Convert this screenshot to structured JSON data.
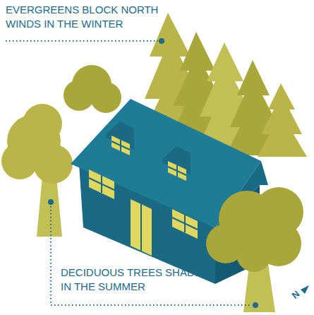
{
  "diagram": {
    "labels": [
      "EVERGREENS BLOCK NORTH WINDS IN THE WINTER",
      "DECIDUOUS TREES SHADE IN THE SUMMER",
      "N"
    ]
  }
}
